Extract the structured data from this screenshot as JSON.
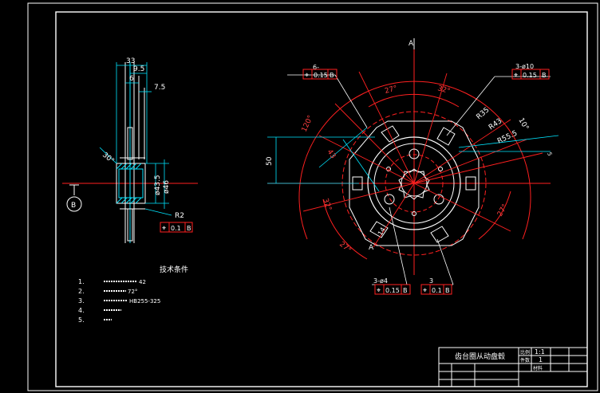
{
  "colors": {
    "background": "#000000",
    "frame": "#ffffff",
    "dimension": "#ffffff",
    "center_line": "#ff2020",
    "hatch": "#00e5ff",
    "tolerance_box": "#ff2020",
    "part": "#ffffff"
  },
  "side_view": {
    "dims": [
      "33",
      "9.5",
      "6",
      "7.5",
      "30°",
      "ø43.5",
      "ø46",
      "R2"
    ],
    "tolerance": {
      "symbol": "⌖",
      "value": "0.1",
      "datum": "B"
    },
    "datum_label": "B"
  },
  "front_view": {
    "section_label_top": "A",
    "section_label_bottom": "A",
    "dims": [
      "27°",
      "32°",
      "120°",
      "R35",
      "R43",
      "R55.5",
      "10°",
      "50",
      "43",
      "32°",
      "27°",
      "27°",
      "14"
    ],
    "note_top": "6-",
    "note_right": "3-ø10",
    "note_bottom_left": "3-ø4",
    "note_bottom_right": "3",
    "side_note": "5",
    "tol_top": {
      "symbol": "⌖",
      "value": "0.15",
      "datum": "B"
    },
    "tol_right": {
      "symbol": "⌖",
      "value": "0.15",
      "datum": "B"
    },
    "tol_bottom_left": {
      "symbol": "⌖",
      "value": "0.15",
      "datum": "B"
    },
    "tol_bottom_right": {
      "symbol": "⌖",
      "value": "0.1",
      "datum": "B"
    }
  },
  "tech_requirements": {
    "title": "技术条件",
    "items": [
      {
        "num": "1.",
        "text": "42"
      },
      {
        "num": "2.",
        "text": "72°"
      },
      {
        "num": "3.",
        "text": "HB255-325"
      },
      {
        "num": "4.",
        "text": ""
      },
      {
        "num": "5.",
        "text": ""
      }
    ]
  },
  "title_block": {
    "title": "齿台圈从动盘毂",
    "scale_label": "比例",
    "scale_value": "1:1",
    "qty_label": "件数",
    "qty_value": "1",
    "material_label": "材料"
  }
}
